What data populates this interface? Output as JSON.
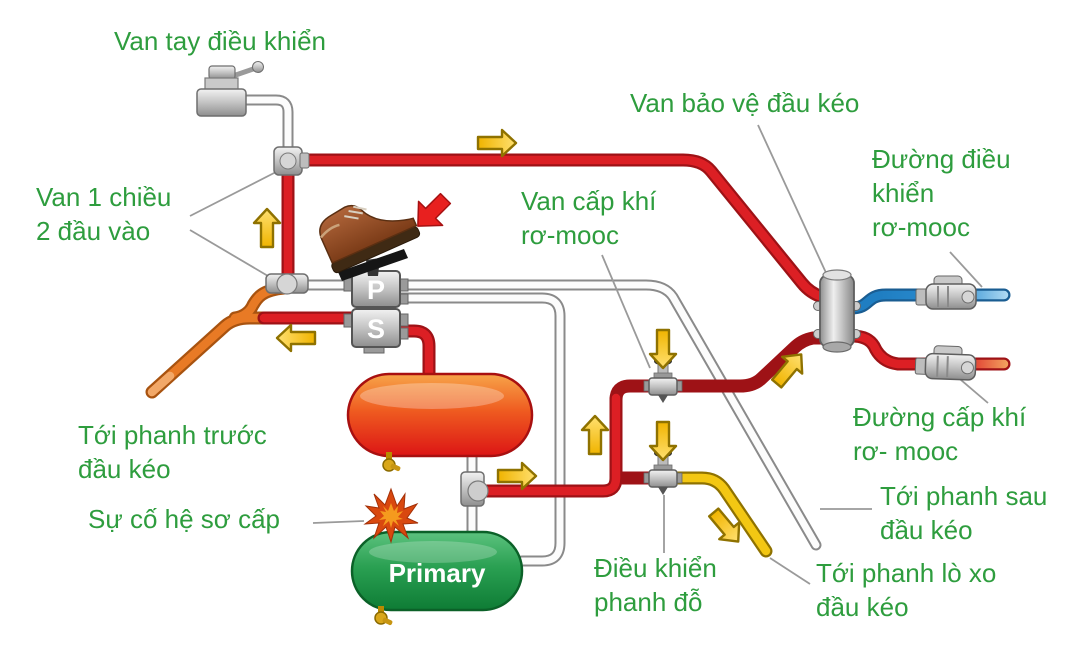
{
  "diagram": {
    "labels": {
      "hand_valve": "Van tay điều khiển",
      "protection_valve": "Van bảo vệ đầu kéo",
      "trailer_control_line": [
        "Đường điều",
        "khiển",
        "rơ-mooc"
      ],
      "trailer_supply_valve": [
        "Van cấp khí",
        "rơ-mooc"
      ],
      "check_valve": [
        "Van 1 chiều",
        "2 đầu vào"
      ],
      "front_brake": [
        "Tới phanh trước",
        "đầu kéo"
      ],
      "primary_failure": "Sự cố hệ sơ cấp",
      "trailer_supply_line": [
        "Đường cấp khí",
        "rơ- mooc"
      ],
      "rear_brake": [
        "Tới phanh sau",
        "đầu kéo"
      ],
      "spring_brake": [
        "Tới phanh lò xo",
        "đầu kéo"
      ],
      "parking_brake": [
        "Điều khiển",
        "phanh đỗ"
      ]
    },
    "valve_block": {
      "p": "P",
      "s": "S"
    },
    "primary_tank_label": "Primary",
    "colors": {
      "label_green": "#2e9d3e",
      "pipe_red": "#dc1f24",
      "pipe_orange": "#e87a25",
      "pipe_yellow": "#f3c713",
      "pipe_blue": "#2187cc",
      "pipe_gray_outline": "#8a8a8a",
      "arrow_yellow": "#f7c71e",
      "arrow_red": "#e8201f",
      "tank_red": "#e23414",
      "tank_green": "#259a4b"
    }
  }
}
